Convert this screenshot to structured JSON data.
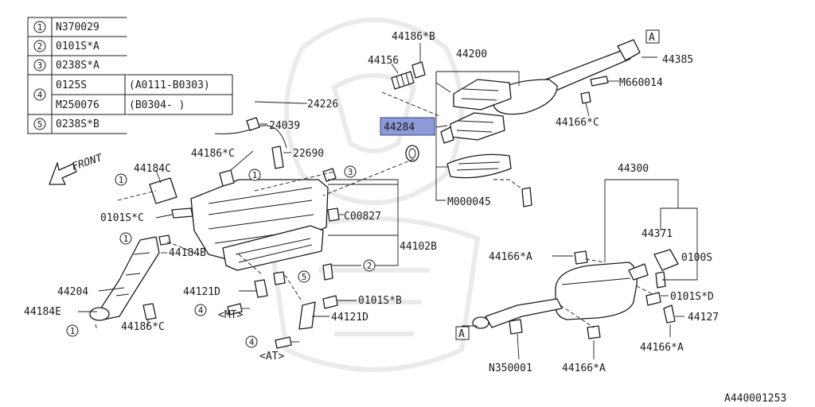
{
  "legend": {
    "rows": [
      {
        "num": "1",
        "code": "N370029"
      },
      {
        "num": "2",
        "code": "0101S*A"
      },
      {
        "num": "3",
        "code": "0238S*A"
      },
      {
        "num": "4",
        "sub": [
          {
            "code": "0125S",
            "range": "(A0111-B0303)"
          },
          {
            "code": "M250076",
            "range": "(B0304-     )"
          }
        ]
      },
      {
        "num": "5",
        "code": "0238S*B"
      }
    ]
  },
  "front_label": "FRONT",
  "highlight_color": "#8d9ad8",
  "labels": {
    "p44186b": "44186*B",
    "p44156": "44156",
    "p44200": "44200",
    "refA_top": "A",
    "p44385": "44385",
    "p24226": "24226",
    "m660014": "M660014",
    "p24039": "24039",
    "p44284": "44284",
    "p44166c_top": "44166*C",
    "p44186c_top": "44186*C",
    "p22690": "22690",
    "p44184c": "44184C",
    "p3_top": "3",
    "c00827": "C00827",
    "m000045": "M000045",
    "p44300": "44300",
    "p0101sc": "0101S*C",
    "p44102b": "44102B",
    "p44371": "44371",
    "p44184b": "44184B",
    "p0100s": "0100S",
    "p44166a_left": "44166*A",
    "p44204": "44204",
    "p44121d_left": "44121D",
    "p0101sb": "0101S*B",
    "p0101sd": "0101S*D",
    "p44184e": "44184E",
    "mt": "<MT>",
    "p44121d_right": "44121D",
    "p44186c_bottom": "44186*C",
    "refA_bottom": "A",
    "p44127": "44127",
    "at": "<AT>",
    "p44166a_right": "44166*A",
    "n350001": "N350001",
    "p44166a_bottom": "44166*A",
    "diagram_id": "A440001253"
  },
  "callouts": {
    "c1_flange": "1",
    "c1_shield": "1",
    "c1_pipe_top": "1",
    "c1_pipe_bottom": "1",
    "c2": "2",
    "c3": "3",
    "c4_mt": "4",
    "c4_at": "4",
    "c5": "5"
  }
}
